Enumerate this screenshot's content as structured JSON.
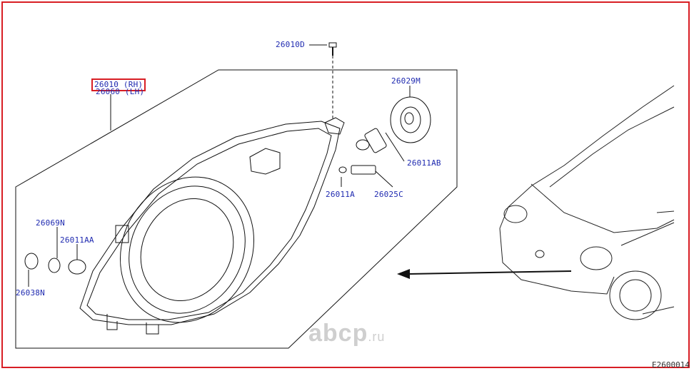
{
  "parts": {
    "p26010D": "26010D",
    "p26010": "26010 (RH)",
    "p26060": "26060 (LH)",
    "p26029M": "26029M",
    "p26011AB": "26011AB",
    "p26011A": "26011A",
    "p26025C": "26025C",
    "p26069N": "26069N",
    "p26011AA": "26011AA",
    "p26038N": "26038N"
  },
  "watermark": {
    "main": "abcp",
    "suffix": ".ru"
  },
  "diagram_ref": "E2600014",
  "colors": {
    "label": "#1f2ab0",
    "highlight": "#d81e24",
    "line": "#111111"
  }
}
